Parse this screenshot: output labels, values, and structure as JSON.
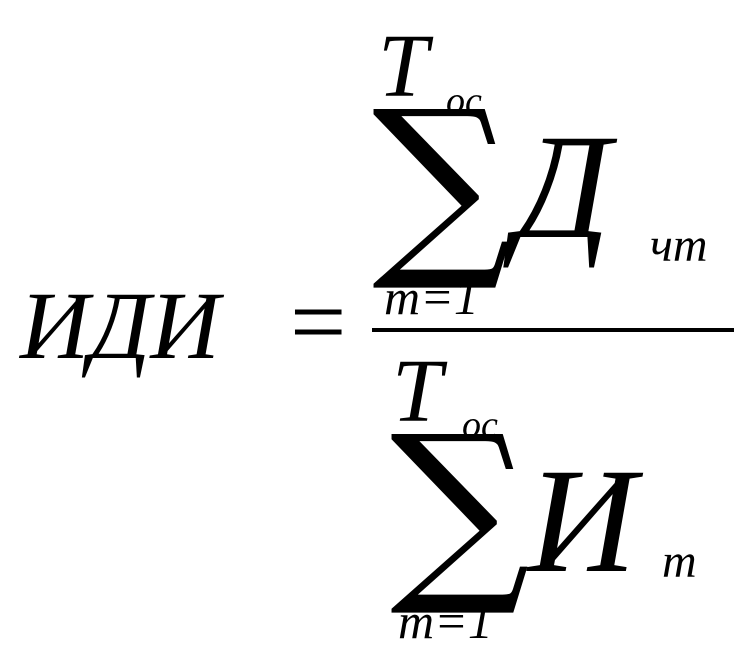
{
  "formula": {
    "lhs": "ИДИ",
    "equals": "=",
    "numerator": {
      "sum_symbol": "∑",
      "upper_limit": "T",
      "upper_limit_sub": "oc",
      "term": "Д",
      "term_sub": "чт",
      "lower_limit": "m=1"
    },
    "denominator": {
      "sum_symbol": "∑",
      "upper_limit": "T",
      "upper_limit_sub": "oc",
      "term": "И",
      "term_sub": "m",
      "lower_limit": "m=1"
    }
  }
}
